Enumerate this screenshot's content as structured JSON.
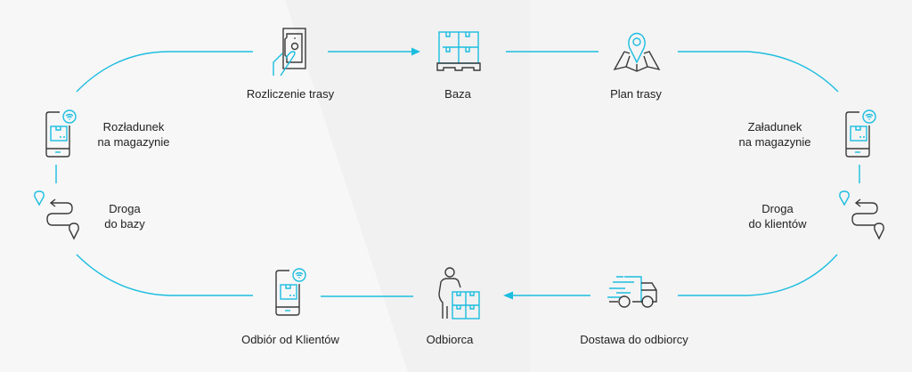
{
  "colors": {
    "accent": "#1bbde0",
    "ink": "#3a3a3a",
    "background": "#f7f7f7",
    "band": "#f1f1f1"
  },
  "steps": {
    "rozliczenie": {
      "label": "Rozliczenie trasy",
      "icon": "card-payment-icon"
    },
    "baza": {
      "label": "Baza",
      "icon": "pallet-boxes-icon"
    },
    "plan": {
      "label": "Plan trasy",
      "icon": "map-pin-icon"
    },
    "zaladunek": {
      "line1": "Załadunek",
      "line2": "na magazynie",
      "icon": "mobile-scanner-icon"
    },
    "droga_klienci": {
      "line1": "Droga",
      "line2": "do klientów",
      "icon": "route-icon"
    },
    "dostawa": {
      "label": "Dostawa do odbiorcy",
      "icon": "delivery-truck-icon"
    },
    "odbiorca": {
      "label": "Odbiorca",
      "icon": "person-boxes-icon"
    },
    "odbior": {
      "label": "Odbiór od Klientów",
      "icon": "mobile-scanner-icon"
    },
    "droga_baza": {
      "line1": "Droga",
      "line2": "do bazy",
      "icon": "route-icon"
    },
    "rozladunek": {
      "line1": "Rozładunek",
      "line2": "na magazynie",
      "icon": "mobile-scanner-icon"
    }
  }
}
